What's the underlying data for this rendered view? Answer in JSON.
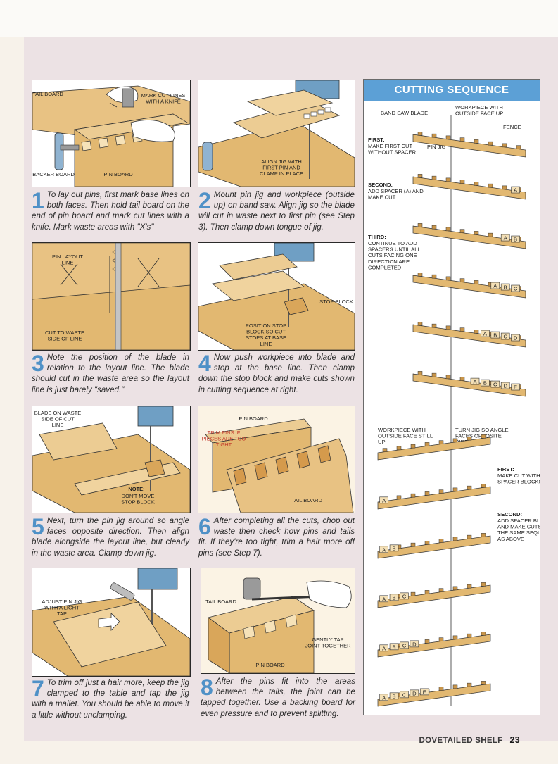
{
  "steps": [
    {
      "number": "1",
      "caption": "To lay out pins, first mark base lines on both faces. Then hold tail board on the end of pin board and mark cut lines with a knife. Mark waste areas with \"X's\"",
      "labels": {
        "tail_board": "TAIL BOARD",
        "mark_cut": "MARK CUT LINES WITH A KNIFE",
        "backer_board": "BACKER BOARD",
        "pin_board": "PIN BOARD"
      }
    },
    {
      "number": "2",
      "caption": "Mount pin jig and workpiece (outside up) on band saw. Align jig so the blade will cut in waste next to first pin (see Step 3). Then clamp down tongue of jig.",
      "labels": {
        "align": "ALIGN JIG WITH FIRST PIN AND CLAMP IN PLACE"
      }
    },
    {
      "number": "3",
      "caption": "Note the position of the blade in relation to the layout line. The blade should cut in the waste area so the layout line is just barely \"saved.\"",
      "labels": {
        "pin_layout": "PIN LAYOUT LINE",
        "cut_waste": "CUT TO WASTE SIDE OF LINE"
      }
    },
    {
      "number": "4",
      "caption": "Now push workpiece into blade and stop at the base line. Then clamp down the stop block and make cuts shown in cutting sequence at right.",
      "labels": {
        "stop_block": "STOP BLOCK",
        "position_stop": "POSITION STOP BLOCK SO CUT STOPS AT BASE LINE"
      }
    },
    {
      "number": "5",
      "caption": "Next, turn the pin jig around so angle faces opposite direction. Then align blade alongside the layout line, but clearly in the waste area. Clamp down jig.",
      "labels": {
        "blade_on": "BLADE ON WASTE SIDE OF CUT LINE",
        "note": "NOTE:",
        "dont_move": "DON'T MOVE STOP BLOCK"
      }
    },
    {
      "number": "6",
      "caption": "After completing all the cuts, chop out waste then check how pins and tails fit. If they're too tight, trim a hair more off pins (see Step 7).",
      "labels": {
        "pin_board": "PIN BOARD",
        "trim": "TRIM PINS IF PIECES ARE TOO TIGHT",
        "tail_board": "TAIL BOARD"
      }
    },
    {
      "number": "7",
      "caption": "To trim off just a hair more, keep the jig clamped to the table and tap the jig with a mallet. You should be able to move it a little without unclamping.",
      "labels": {
        "adjust": "ADJUST PIN JIG WITH A LIGHT TAP"
      }
    },
    {
      "number": "8",
      "caption": "After the pins fit into the areas between the tails, the joint can be tapped together. Use a backing board for even pressure and to prevent splitting.",
      "labels": {
        "tail_board": "TAIL BOARD",
        "gently": "GENTLY TAP JOINT TOGETHER",
        "pin_board": "PIN BOARD"
      }
    }
  ],
  "sequence": {
    "title": "CUTTING SEQUENCE",
    "band_saw": "BAND SAW BLADE",
    "workpiece_up": "WORKPIECE WITH OUTSIDE FACE UP",
    "fence": "FENCE",
    "pin_jig": "PIN JIG",
    "first_h": "FIRST:",
    "first_t": "MAKE FIRST CUT WITHOUT SPACER",
    "second_h": "SECOND:",
    "second_t": "ADD SPACER (A) AND MAKE CUT",
    "third_h": "THIRD:",
    "third_t": "CONTINUE TO ADD SPACERS UNTIL ALL CUTS FACING ONE DIRECTION ARE COMPLETED",
    "workpiece_still": "WORKPIECE WITH OUTSIDE FACE STILL UP",
    "turn_jig": "TURN JIG SO ANGLE FACES OPPOSITE DIRECTION",
    "first2_h": "FIRST:",
    "first2_t": "MAKE CUT WITHOUT SPACER BLOCKS",
    "second2_h": "SECOND:",
    "second2_t": "ADD SPACER BLOCKS AND MAKE CUTS IN THE SAME SEQUENCE AS ABOVE",
    "spacers": [
      "A",
      "B",
      "C",
      "D",
      "E"
    ]
  },
  "footer": {
    "title": "DOVETAILED SHELF",
    "page": "23"
  },
  "colors": {
    "wood": "#e2b871",
    "wood_dark": "#c8954a",
    "accent": "#5ca0d6",
    "steel": "#6f9fc4"
  }
}
